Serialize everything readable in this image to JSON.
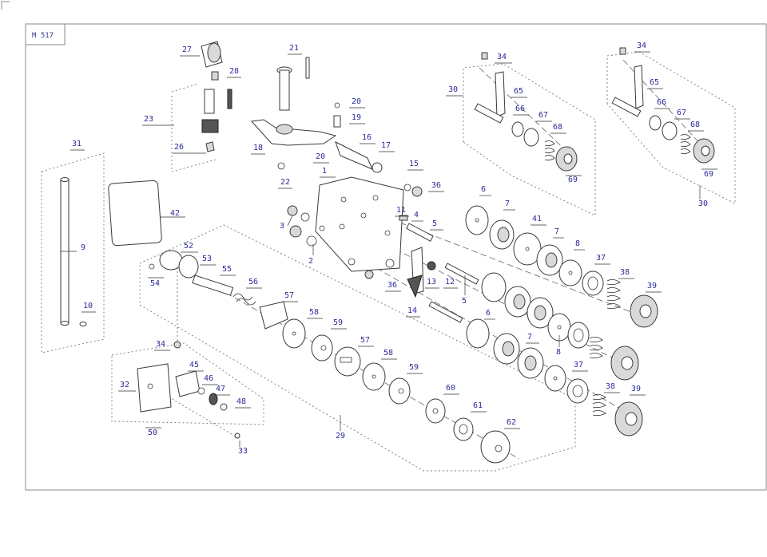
{
  "drawing": {
    "code": "M 517"
  },
  "callouts": [
    {
      "id": "c1",
      "label": "1"
    },
    {
      "id": "c2",
      "label": "2"
    },
    {
      "id": "c3",
      "label": "3"
    },
    {
      "id": "c4",
      "label": "4"
    },
    {
      "id": "c5a",
      "label": "5"
    },
    {
      "id": "c5b",
      "label": "5"
    },
    {
      "id": "c6a",
      "label": "6"
    },
    {
      "id": "c6b",
      "label": "6"
    },
    {
      "id": "c7a",
      "label": "7"
    },
    {
      "id": "c7b",
      "label": "7"
    },
    {
      "id": "c7c",
      "label": "7"
    },
    {
      "id": "c8a",
      "label": "8"
    },
    {
      "id": "c8b",
      "label": "8"
    },
    {
      "id": "c9",
      "label": "9"
    },
    {
      "id": "c10",
      "label": "10"
    },
    {
      "id": "c11",
      "label": "11"
    },
    {
      "id": "c12",
      "label": "12"
    },
    {
      "id": "c13",
      "label": "13"
    },
    {
      "id": "c14",
      "label": "14"
    },
    {
      "id": "c15",
      "label": "15"
    },
    {
      "id": "c16",
      "label": "16"
    },
    {
      "id": "c17",
      "label": "17"
    },
    {
      "id": "c18",
      "label": "18"
    },
    {
      "id": "c19",
      "label": "19"
    },
    {
      "id": "c20a",
      "label": "20"
    },
    {
      "id": "c20b",
      "label": "20"
    },
    {
      "id": "c21",
      "label": "21"
    },
    {
      "id": "c22",
      "label": "22"
    },
    {
      "id": "c23",
      "label": "23"
    },
    {
      "id": "c26",
      "label": "26"
    },
    {
      "id": "c27",
      "label": "27"
    },
    {
      "id": "c28",
      "label": "28"
    },
    {
      "id": "c29",
      "label": "29"
    },
    {
      "id": "c30a",
      "label": "30"
    },
    {
      "id": "c30b",
      "label": "30"
    },
    {
      "id": "c31",
      "label": "31"
    },
    {
      "id": "c32",
      "label": "32"
    },
    {
      "id": "c33",
      "label": "33"
    },
    {
      "id": "c34a",
      "label": "34"
    },
    {
      "id": "c34b",
      "label": "34"
    },
    {
      "id": "c34c",
      "label": "34"
    },
    {
      "id": "c36a",
      "label": "36"
    },
    {
      "id": "c36b",
      "label": "36"
    },
    {
      "id": "c37a",
      "label": "37"
    },
    {
      "id": "c37b",
      "label": "37"
    },
    {
      "id": "c38a",
      "label": "38"
    },
    {
      "id": "c38b",
      "label": "38"
    },
    {
      "id": "c39a",
      "label": "39"
    },
    {
      "id": "c39b",
      "label": "39"
    },
    {
      "id": "c41",
      "label": "41"
    },
    {
      "id": "c42",
      "label": "42"
    },
    {
      "id": "c45",
      "label": "45"
    },
    {
      "id": "c46",
      "label": "46"
    },
    {
      "id": "c47",
      "label": "47"
    },
    {
      "id": "c48",
      "label": "48"
    },
    {
      "id": "c50",
      "label": "50"
    },
    {
      "id": "c52",
      "label": "52"
    },
    {
      "id": "c53",
      "label": "53"
    },
    {
      "id": "c54",
      "label": "54"
    },
    {
      "id": "c55",
      "label": "55"
    },
    {
      "id": "c56",
      "label": "56"
    },
    {
      "id": "c57a",
      "label": "57"
    },
    {
      "id": "c57b",
      "label": "57"
    },
    {
      "id": "c58a",
      "label": "58"
    },
    {
      "id": "c58b",
      "label": "58"
    },
    {
      "id": "c59a",
      "label": "59"
    },
    {
      "id": "c59b",
      "label": "59"
    },
    {
      "id": "c60",
      "label": "60"
    },
    {
      "id": "c61",
      "label": "61"
    },
    {
      "id": "c62",
      "label": "62"
    },
    {
      "id": "c65a",
      "label": "65"
    },
    {
      "id": "c65b",
      "label": "65"
    },
    {
      "id": "c66a",
      "label": "66"
    },
    {
      "id": "c66b",
      "label": "66"
    },
    {
      "id": "c67a",
      "label": "67"
    },
    {
      "id": "c67b",
      "label": "67"
    },
    {
      "id": "c68a",
      "label": "68"
    },
    {
      "id": "c68b",
      "label": "68"
    },
    {
      "id": "c69a",
      "label": "69"
    },
    {
      "id": "c69b",
      "label": "69"
    }
  ]
}
